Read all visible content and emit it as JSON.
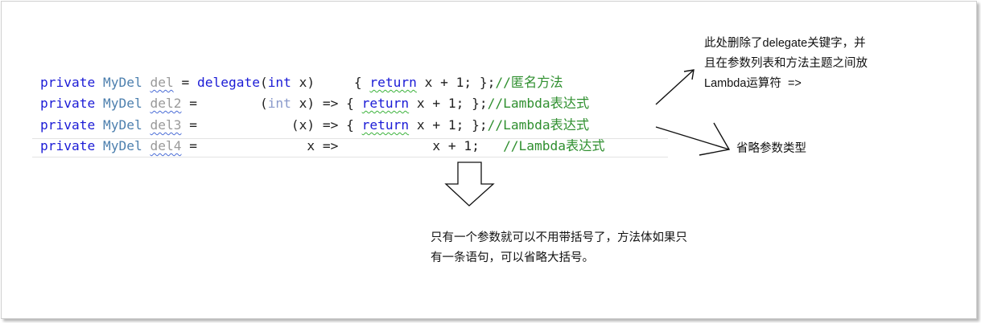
{
  "code_lines": [
    {
      "private": "private",
      "type": "MyDel",
      "var": "del",
      "eq": " = ",
      "delegate": "delegate",
      "params_open": "(",
      "int": "int",
      "params_rest": " x)",
      "gap": "     ",
      "brace_open": "{ ",
      "return": "return",
      "body": " x + 1; };",
      "comment": "//匿名方法"
    },
    {
      "private": "private",
      "type": "MyDel",
      "var": "del2",
      "eq": " = ",
      "pad": "       ",
      "params_open": "(",
      "int": "int",
      "params_rest": " x) => ",
      "brace_open": "{ ",
      "return": "return",
      "body": " x + 1; };",
      "comment": "//Lambda表达式"
    },
    {
      "private": "private",
      "type": "MyDel",
      "var": "del3",
      "eq": " = ",
      "pad": "           ",
      "params": "(x) => ",
      "brace_open": "{ ",
      "return": "return",
      "body": " x + 1; };",
      "comment": "//Lambda表达式"
    },
    {
      "private": "private",
      "type": "MyDel",
      "var": "del4",
      "eq": " = ",
      "pad": "             ",
      "params": "x => ",
      "pad2": "           ",
      "body": "x + 1;   ",
      "comment": "//Lambda表达式"
    }
  ],
  "notes": {
    "top_right": "此处删除了delegate关键字，并\n且在参数列表和方法主题之间放\nLambda运算符  =>",
    "middle_right": "省略参数类型",
    "bottom": "只有一个参数就可以不用带括号了，方法体如果只\n有一条语句，可以省略大括号。"
  },
  "colors": {
    "keyword": "#1b1bd6",
    "type": "#4c7fae",
    "comment": "#2f8f2f",
    "variable": "#9a9a9a"
  }
}
